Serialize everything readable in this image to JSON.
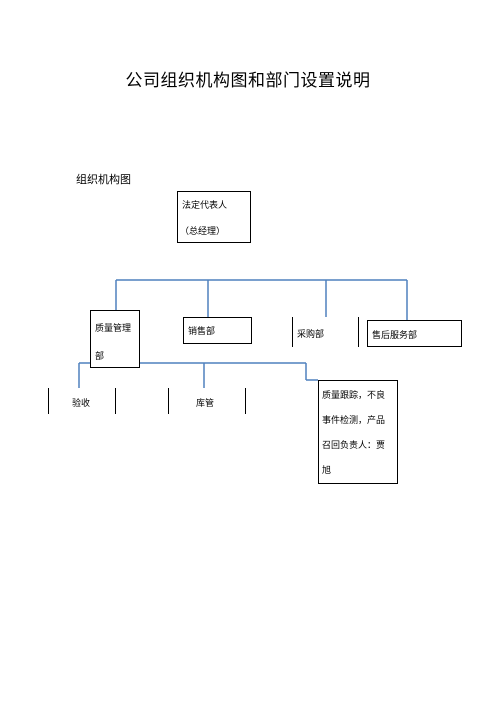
{
  "page": {
    "title": "公司组织机构图和部门设置说明",
    "section_heading": "组织机构图"
  },
  "org_chart": {
    "root": {
      "line1": "法定代表人",
      "line2": "（总经理）"
    },
    "departments": [
      {
        "id": "quality",
        "line1": "质量管理",
        "line2": "部"
      },
      {
        "id": "sales",
        "label": "销售部"
      },
      {
        "id": "purchasing",
        "label": "采购部"
      },
      {
        "id": "after_sales",
        "label": "售后服务部"
      }
    ],
    "quality_sub": [
      {
        "id": "inspection",
        "label": "验收"
      },
      {
        "id": "warehouse",
        "label": "库管"
      },
      {
        "id": "tracking",
        "line1": "质量跟踪，不良",
        "line2": "事件检测，产品",
        "line3": "召回负责人：贾",
        "line4": "旭"
      }
    ]
  },
  "colors": {
    "connector": "#4f81bd",
    "border": "#000000"
  }
}
